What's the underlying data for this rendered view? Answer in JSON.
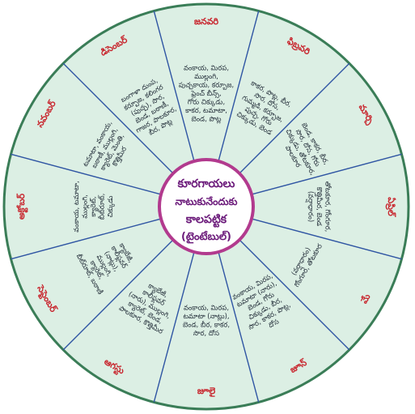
{
  "center": {
    "lines": [
      "కూరగాయలు",
      "నాటుకునేందుకు",
      "కాలపట్టిక",
      "(టైంటేబుల్)"
    ]
  },
  "colors": {
    "ring": "#dcefe4",
    "ring_border": "#3a7d57",
    "spoke": "#2f55a3",
    "month": "#c8262e",
    "center_ring": "#b23a8e",
    "center_text": "#6b1a7a"
  },
  "months": [
    {
      "name": "జనవరి",
      "vegetables": "వంకాయ, మిరప, ముల్లంగి, పుచ్చకాయ, కర్బూజ, ఫ్రెంచ్ బీన్స్, గోరు చిక్కుడు, కాకర, టమాటా, బెండ, పొట్ల"
    },
    {
      "name": "ఫిబ్రవరి",
      "vegetables": "కాకర, పొట్ల, బీర, సొర, దోస, గుమ్మడి, కర్బూజ, పుచ్చ, గోరు చిక్కుడు, బెండ"
    },
    {
      "name": "మార్చి",
      "vegetables": "బెండ, కాకర, బీర, సొర, దోస, గోరు చిక్కుడు, తోటకూర, పాలకూర"
    },
    {
      "name": "ఏప్రిల్",
      "vegetables": "తోటకూర, గోంగూర, కొత్తిమీర, బెండ (వర్షాధారం)"
    },
    {
      "name": "మే",
      "vegetables": "(వర్షాధారం) గోంగూర, తోటకూర"
    },
    {
      "name": "జూన్",
      "vegetables": "వంకాయ, మిరప, టమాటా (నారు), బెండ, గోరు చిక్కుడు, బీర, సొర, కాకర, పొట్ల, దోస"
    },
    {
      "name": "జూలై",
      "vegetables": "వంకాయ, మిరప, టమాటా (నాట్లు), బెండ, బీర, కాకర, సొర, దోస"
    },
    {
      "name": "ఆగస్టు",
      "vegetables": "క్యాబేజీ, కాలీఫ్లవర్ (నారు), ముల్లంగి, క్యారెట్, బెండ, పాలకూర, కొత్తిమీర"
    },
    {
      "name": "సెప్టెంబర్",
      "vegetables": "క్యాబేజీ, కాలీఫ్లవర్ (నాట్లు), ముల్లంగి, క్యారెట్, బీట్‌రూట్, బఠాణీ"
    },
    {
      "name": "అక్టోబర్",
      "vegetables": "వంకాయ, టమాటా, ముల్లంగి, క్యారెట్, బీట్‌రూట్, చిక్కుడు"
    },
    {
      "name": "నవంబర్",
      "vegetables": "టమాటా, వంకాయ, బఠాణీ, ముల్లంగి, క్యారెట్, మెంతి, కొత్తిమీర"
    },
    {
      "name": "డిసెంబర్",
      "vegetables": "బంగాళా దుంప, కర్బూజ, కలింగర (పుచ్చ), సొర, బెండ, బఠాణీ, గాజర, పాలకూర, బీర, పొట్ల"
    }
  ]
}
